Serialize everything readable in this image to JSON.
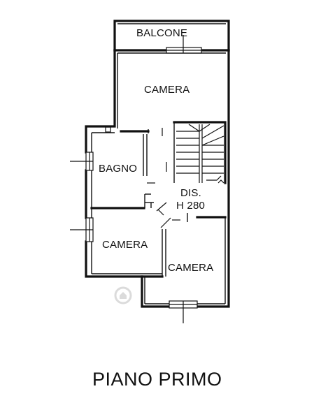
{
  "rooms": {
    "balcone": "BALCONE",
    "camera_top": "CAMERA",
    "bagno": "BAGNO",
    "dis": "DIS.",
    "dis_height": "H 280",
    "camera_left": "CAMERA",
    "camera_right": "CAMERA"
  },
  "title": "PIANO PRIMO"
}
